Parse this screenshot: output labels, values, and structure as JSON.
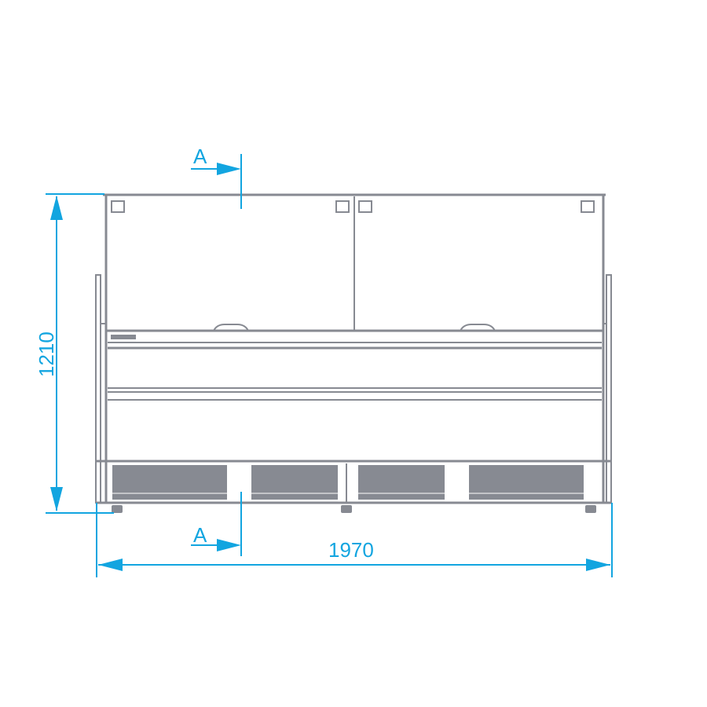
{
  "drawing": {
    "section_marker_top": "A",
    "section_marker_bottom": "A",
    "height_dimension": "1210",
    "width_dimension": "1970"
  },
  "colors": {
    "line": "#878a92",
    "dimension": "#12a5e0"
  }
}
